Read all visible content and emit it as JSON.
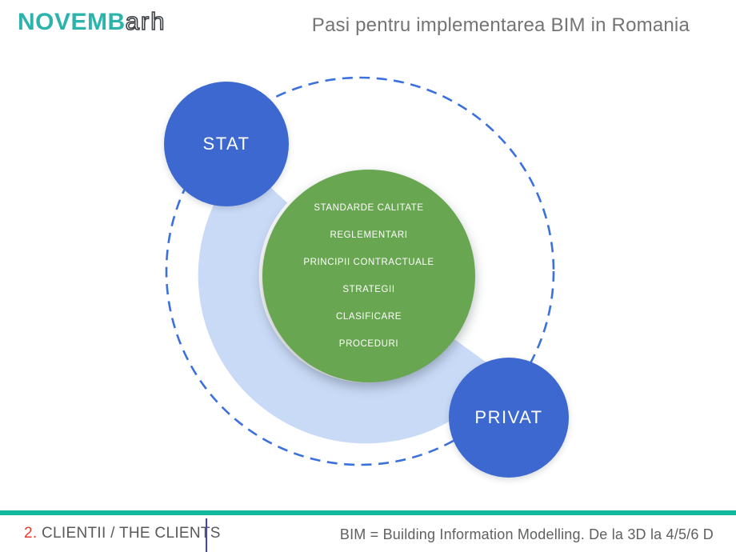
{
  "header": {
    "logo_primary": "NOVEMB",
    "logo_secondary": "arh",
    "title": "Pasi pentru implementarea BIM in Romania"
  },
  "diagram": {
    "type": "venn-cycle",
    "nodes": {
      "stat": {
        "label": "STAT"
      },
      "privat": {
        "label": "PRIVAT"
      }
    },
    "center_items": [
      "STANDARDE CALITATE",
      "REGLEMENTARI",
      "PRINCIPII CONTRACTUALE",
      "STRATEGII",
      "CLASIFICARE",
      "PROCEDURI"
    ]
  },
  "footer": {
    "section_number": "2.",
    "section_label": " CLIENTII / THE CLIENTS",
    "note": "BIM = Building Information Modelling. De la 3D la 4/5/6 D"
  },
  "colors": {
    "node_blue": "#3d68d0",
    "node_green": "#69a652",
    "arc_band_light_blue": "#c9daf7",
    "dashed_circle_blue": "#3b70dd",
    "logo_teal": "#2cb4ac",
    "footer_rule_teal": "#11b89b",
    "section_number_red": "#e8392d",
    "footer_divider_indigo": "#4345c9",
    "title_gray": "#747474",
    "footer_text_gray": "#58595b"
  }
}
